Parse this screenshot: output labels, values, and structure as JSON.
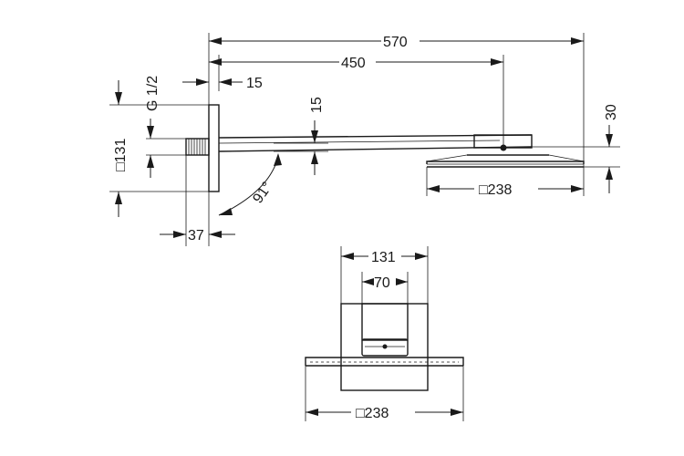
{
  "side_view": {
    "dim_overall_length": "570",
    "dim_arm_to_center": "450",
    "dim_wall_plate_thickness": "15",
    "dim_arm_thickness": "15",
    "dim_head_height": "30",
    "dim_thread": "G 1/2",
    "dim_wall_plate_size": "□131",
    "dim_head_size": "□238",
    "dim_projection": "37",
    "dim_angle": "91°"
  },
  "front_view": {
    "dim_plate_width": "131",
    "dim_arm_width": "70",
    "dim_head_width": "□238"
  }
}
